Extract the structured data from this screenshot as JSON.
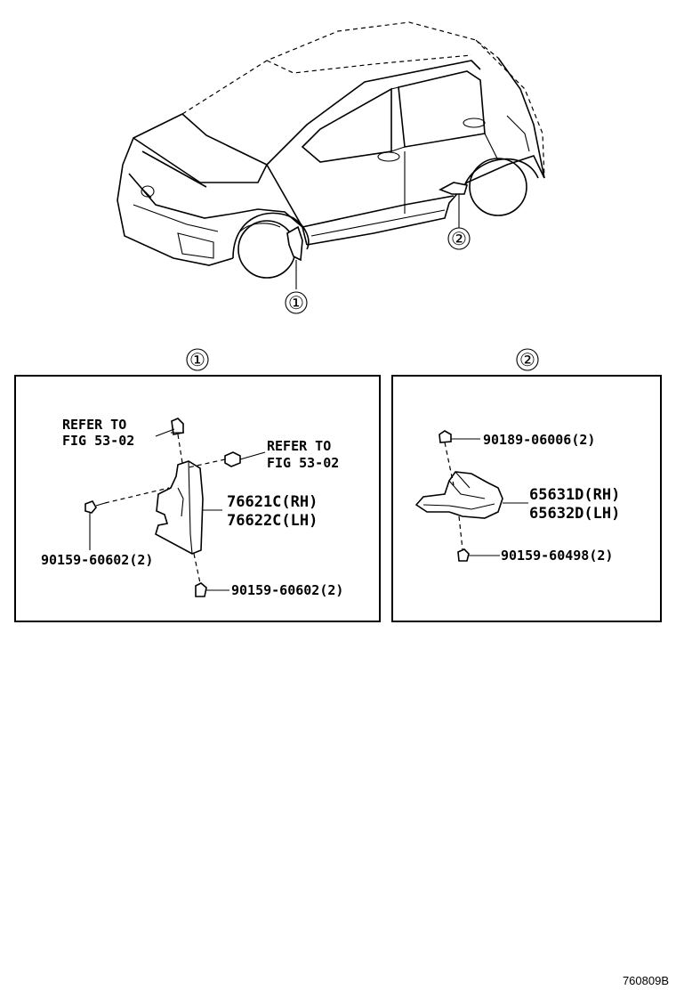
{
  "callouts": {
    "one": "①",
    "two": "②"
  },
  "panel1": {
    "title": "①",
    "refer_top_line1": "REFER TO",
    "refer_top_line2": "FIG 53-02",
    "refer_right_line1": "REFER TO",
    "refer_right_line2": "FIG 53-02",
    "part_rh": "76621C(RH)",
    "part_lh": "76622C(LH)",
    "screw_left": "90159-60602(2)",
    "screw_bottom": "90159-60602(2)"
  },
  "panel2": {
    "title": "②",
    "clip_top": "90189-06006(2)",
    "part_rh": "65631D(RH)",
    "part_lh": "65632D(LH)",
    "screw_bottom": "90159-60498(2)"
  },
  "footer": {
    "code": "760809B"
  }
}
